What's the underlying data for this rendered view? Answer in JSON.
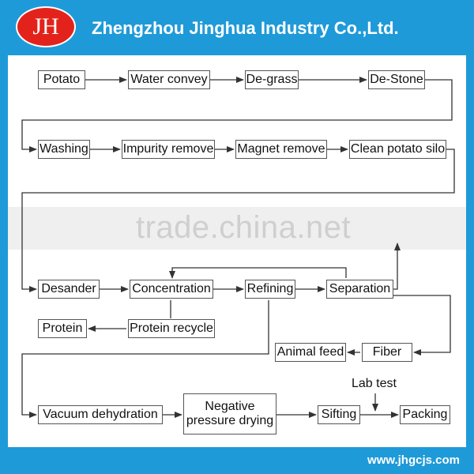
{
  "header": {
    "logo_text": "JH",
    "company_name": "Zhengzhou Jinghua Industry Co.,Ltd."
  },
  "footer": {
    "website": "www.jhgcjs.com"
  },
  "watermark": "trade.china.net",
  "colors": {
    "brand_blue": "#1f9ad8",
    "logo_red": "#e3231b",
    "line": "#333333"
  },
  "process": {
    "steps": {
      "potato": "Potato",
      "water_convey": "Water convey",
      "de_grass": "De-grass",
      "de_stone": "De-Stone",
      "washing": "Washing",
      "impurity_remove": "Impurity remove",
      "magnet_remove": "Magnet remove",
      "clean_potato_silo": "Clean potato silo",
      "desander": "Desander",
      "concentration": "Concentration",
      "refining": "Refining",
      "separation": "Separation",
      "protein": "Protein",
      "protein_recycle": "Protein recycle",
      "animal_feed": "Animal feed",
      "fiber": "Fiber",
      "vacuum_dehydration": "Vacuum dehydration",
      "negative_pressure_drying": "Negative pressure drying",
      "sifting": "Sifting",
      "packing": "Packing"
    },
    "lab_test": "Lab test"
  }
}
